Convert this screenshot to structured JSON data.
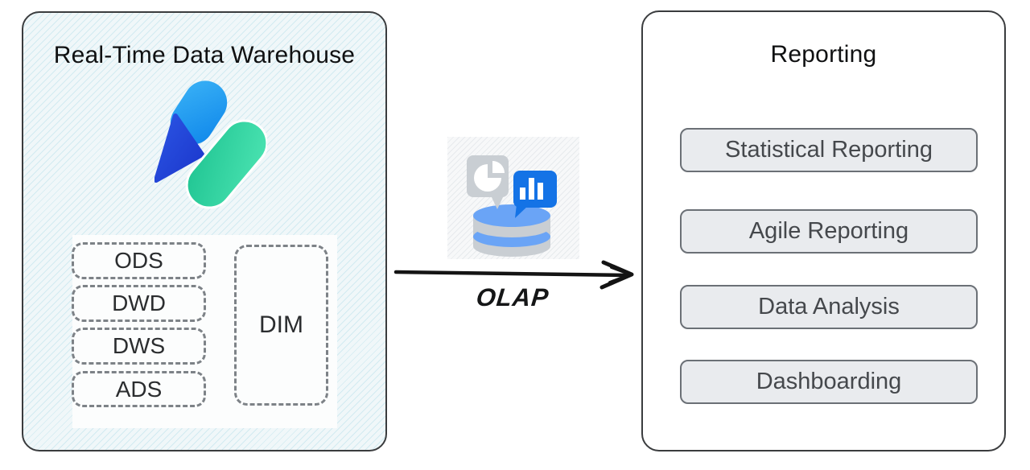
{
  "left_panel": {
    "title": "Real-Time Data Warehouse",
    "logo_icon": "selectdb-logo",
    "layers": [
      {
        "label": "ODS"
      },
      {
        "label": "DWD"
      },
      {
        "label": "DWS"
      },
      {
        "label": "ADS"
      }
    ],
    "dim": {
      "label": "DIM"
    }
  },
  "connector": {
    "icon": "olap-analytics-database-icon",
    "label": "OLAP"
  },
  "right_panel": {
    "title": "Reporting",
    "items": [
      {
        "label": "Statistical Reporting"
      },
      {
        "label": "Agile Reporting"
      },
      {
        "label": "Data Analysis"
      },
      {
        "label": "Dashboarding"
      }
    ]
  },
  "colors": {
    "logo_blue": "#1e9bf2",
    "logo_dark_blue": "#2346dd",
    "logo_teal": "#2fd1a0",
    "icon_bubble_blue": "#1473e6",
    "icon_bubble_gray": "#c9ced3",
    "icon_disk_blue": "#6aa4f6",
    "panel_border": "#3a3c3e",
    "panel_hatch_bg": "#f0f7f9",
    "button_fill": "#e9ebee",
    "dashed_border": "#7d8287",
    "arrow": "#141414"
  }
}
